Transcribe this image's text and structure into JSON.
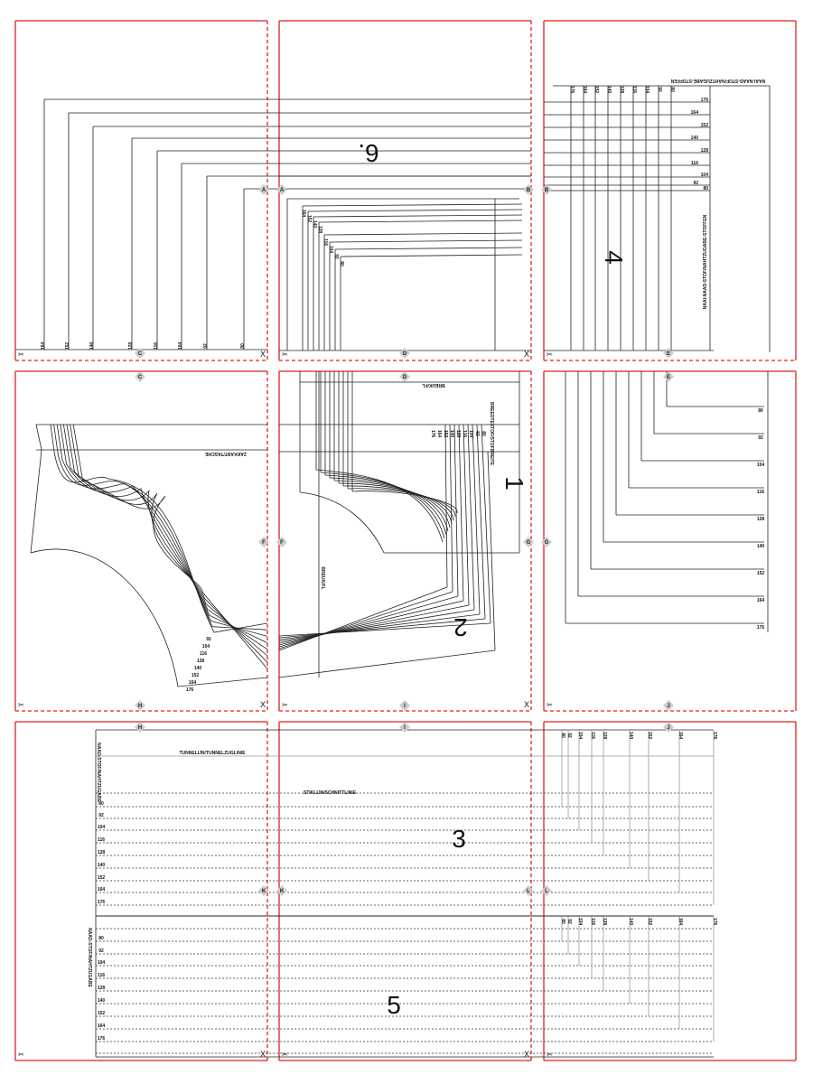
{
  "sizes": [
    "80",
    "92",
    "104",
    "116",
    "128",
    "140",
    "152",
    "164",
    "176"
  ],
  "piece_numbers": {
    "p1": "1",
    "p2": "2",
    "p3": "3",
    "p4": "4",
    "p5": "5",
    "p6": "6."
  },
  "markers": [
    "A",
    "B",
    "C",
    "D",
    "E",
    "F",
    "G",
    "H",
    "I",
    "J",
    "K",
    "L"
  ],
  "labels": {
    "tunnel_line": "TUNNELIJN/TUNNELZUGLINIE",
    "stitch_line": "STIKLIJN/SCHNITTLINIE",
    "fold": "BREUK/FL",
    "grain_pocket": "BREEDTESTOF/STOFBREITE",
    "front_pocket": "ZAKKANT/TASCHE",
    "fold_strip_3": "NAAD-STOF/NAHTZUGABE",
    "fold_strip_5": "NAAD-STOF/NAHTZUGABE",
    "piece4_label": "NAAI-NAAD-STOF/NAHTZUGABE-STOFFEN"
  },
  "colors": {
    "page_border": "#e0201b",
    "line": "#222222",
    "marker": "#cccccc"
  }
}
